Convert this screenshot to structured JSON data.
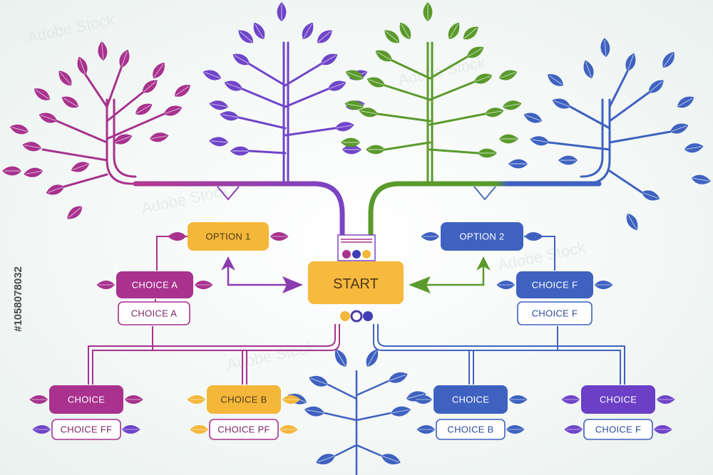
{
  "colors": {
    "magenta": "#a8328e",
    "violet": "#6f45c9",
    "green": "#5a9a2c",
    "blue": "#3f62c0",
    "yellow": "#f4b73a",
    "background": "#f6f9f8"
  },
  "start": {
    "label": "START"
  },
  "options": [
    {
      "id": "option-1",
      "label": "OPTION 1"
    },
    {
      "id": "option-2",
      "label": "OPTION 2"
    }
  ],
  "choices": {
    "choice_a_filled": "CHOICE A",
    "choice_a_outline": "CHOICE A",
    "choice_f_filled": "CHOICE F",
    "choice_f_outline": "CHOICE F",
    "bottom": [
      {
        "filled": "CHOICE",
        "outline": "CHOICE FF"
      },
      {
        "filled": "CHOICE B",
        "outline": "CHOICE PF"
      },
      {
        "filled": "CHOICE",
        "outline": "CHOICE B"
      },
      {
        "filled": "CHOICE",
        "outline": "CHOICE F"
      }
    ]
  },
  "watermark": {
    "text": "Adobe Stock",
    "image_id": "#1058078032"
  }
}
